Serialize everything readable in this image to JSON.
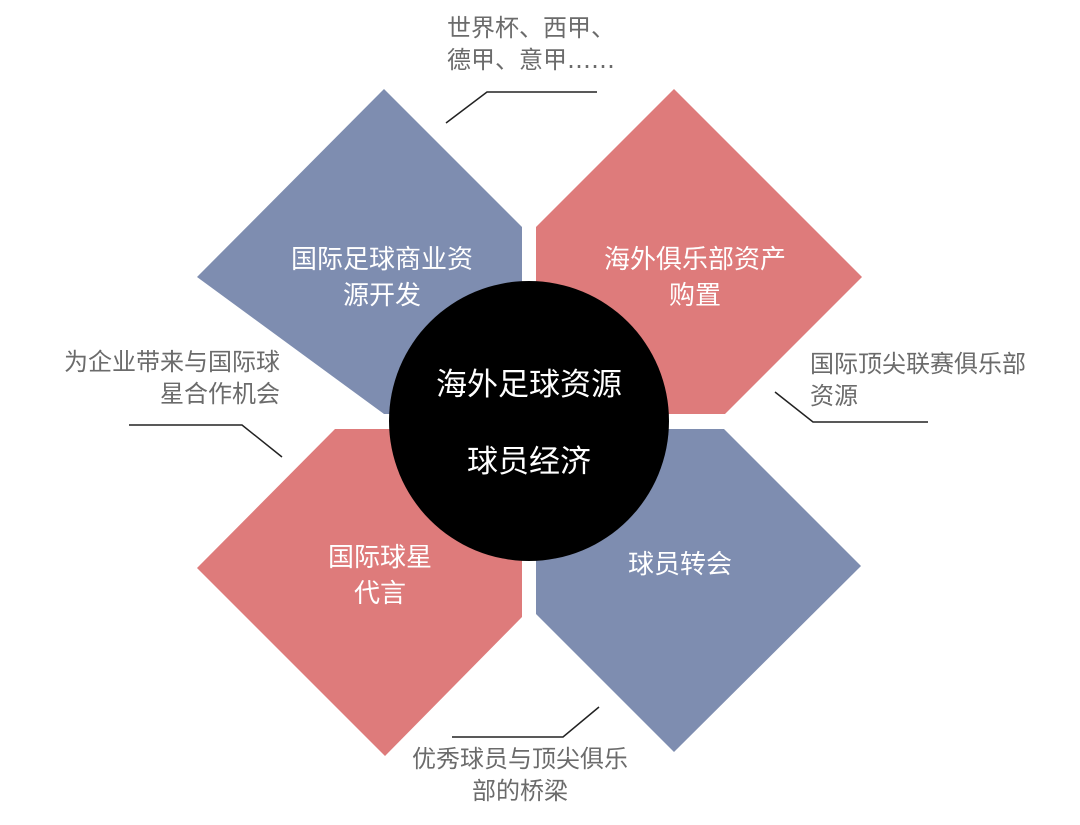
{
  "colors": {
    "blue_tile": "#7e8db0",
    "red_tile": "#de7b7b",
    "center_circle": "#000000",
    "callout_text": "#6b6b6b",
    "callout_line": "#222222",
    "background": "#ffffff"
  },
  "center": {
    "line1": "海外足球资源",
    "line2": "球员经济"
  },
  "tiles": {
    "top_left": {
      "line1": "国际足球商业资",
      "line2": "源开发",
      "color": "blue"
    },
    "top_right": {
      "line1": "海外俱乐部资产",
      "line2": "购置",
      "color": "red"
    },
    "bottom_left": {
      "line1": "国际球星",
      "line2": "代言",
      "color": "red"
    },
    "bottom_right": {
      "line1": "球员转会",
      "color": "blue"
    }
  },
  "callouts": {
    "top": {
      "line1": "世界杯、西甲、",
      "line2": "德甲、意甲……"
    },
    "left": {
      "line1": "为企业带来与国际球",
      "line2": "星合作机会"
    },
    "right": {
      "line1": "国际顶尖联赛俱乐部",
      "line2": "资源"
    },
    "bottom": {
      "line1": "优秀球员与顶尖俱乐",
      "line2": "部的桥梁"
    }
  }
}
